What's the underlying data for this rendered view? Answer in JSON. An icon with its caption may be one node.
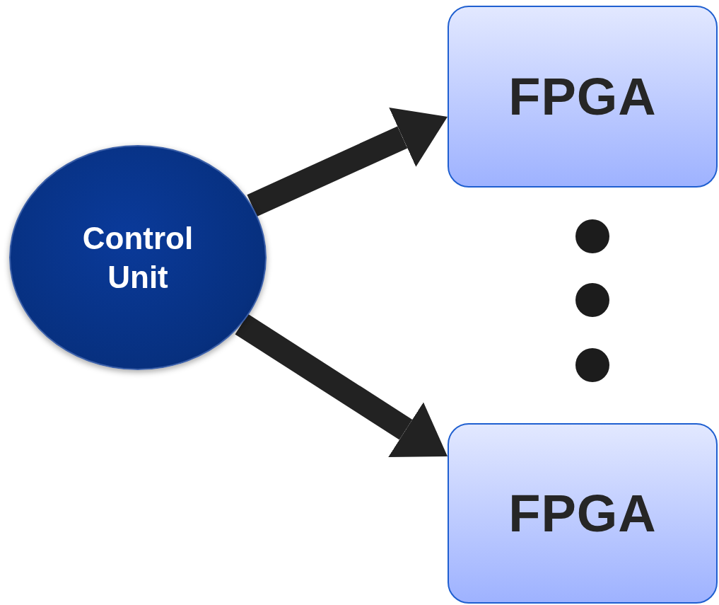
{
  "diagram": {
    "nodes": [
      {
        "text": [
          "Control Unit"
        ]
      },
      {
        "text": [
          "FPGA"
        ]
      },
      {
        "text": [
          "FPGA"
        ]
      }
    ],
    "edges": [
      {
        "from": 0,
        "to": 1,
        "arrow": "to"
      },
      {
        "from": 0,
        "to": 2,
        "arrow": "to"
      }
    ]
  }
}
